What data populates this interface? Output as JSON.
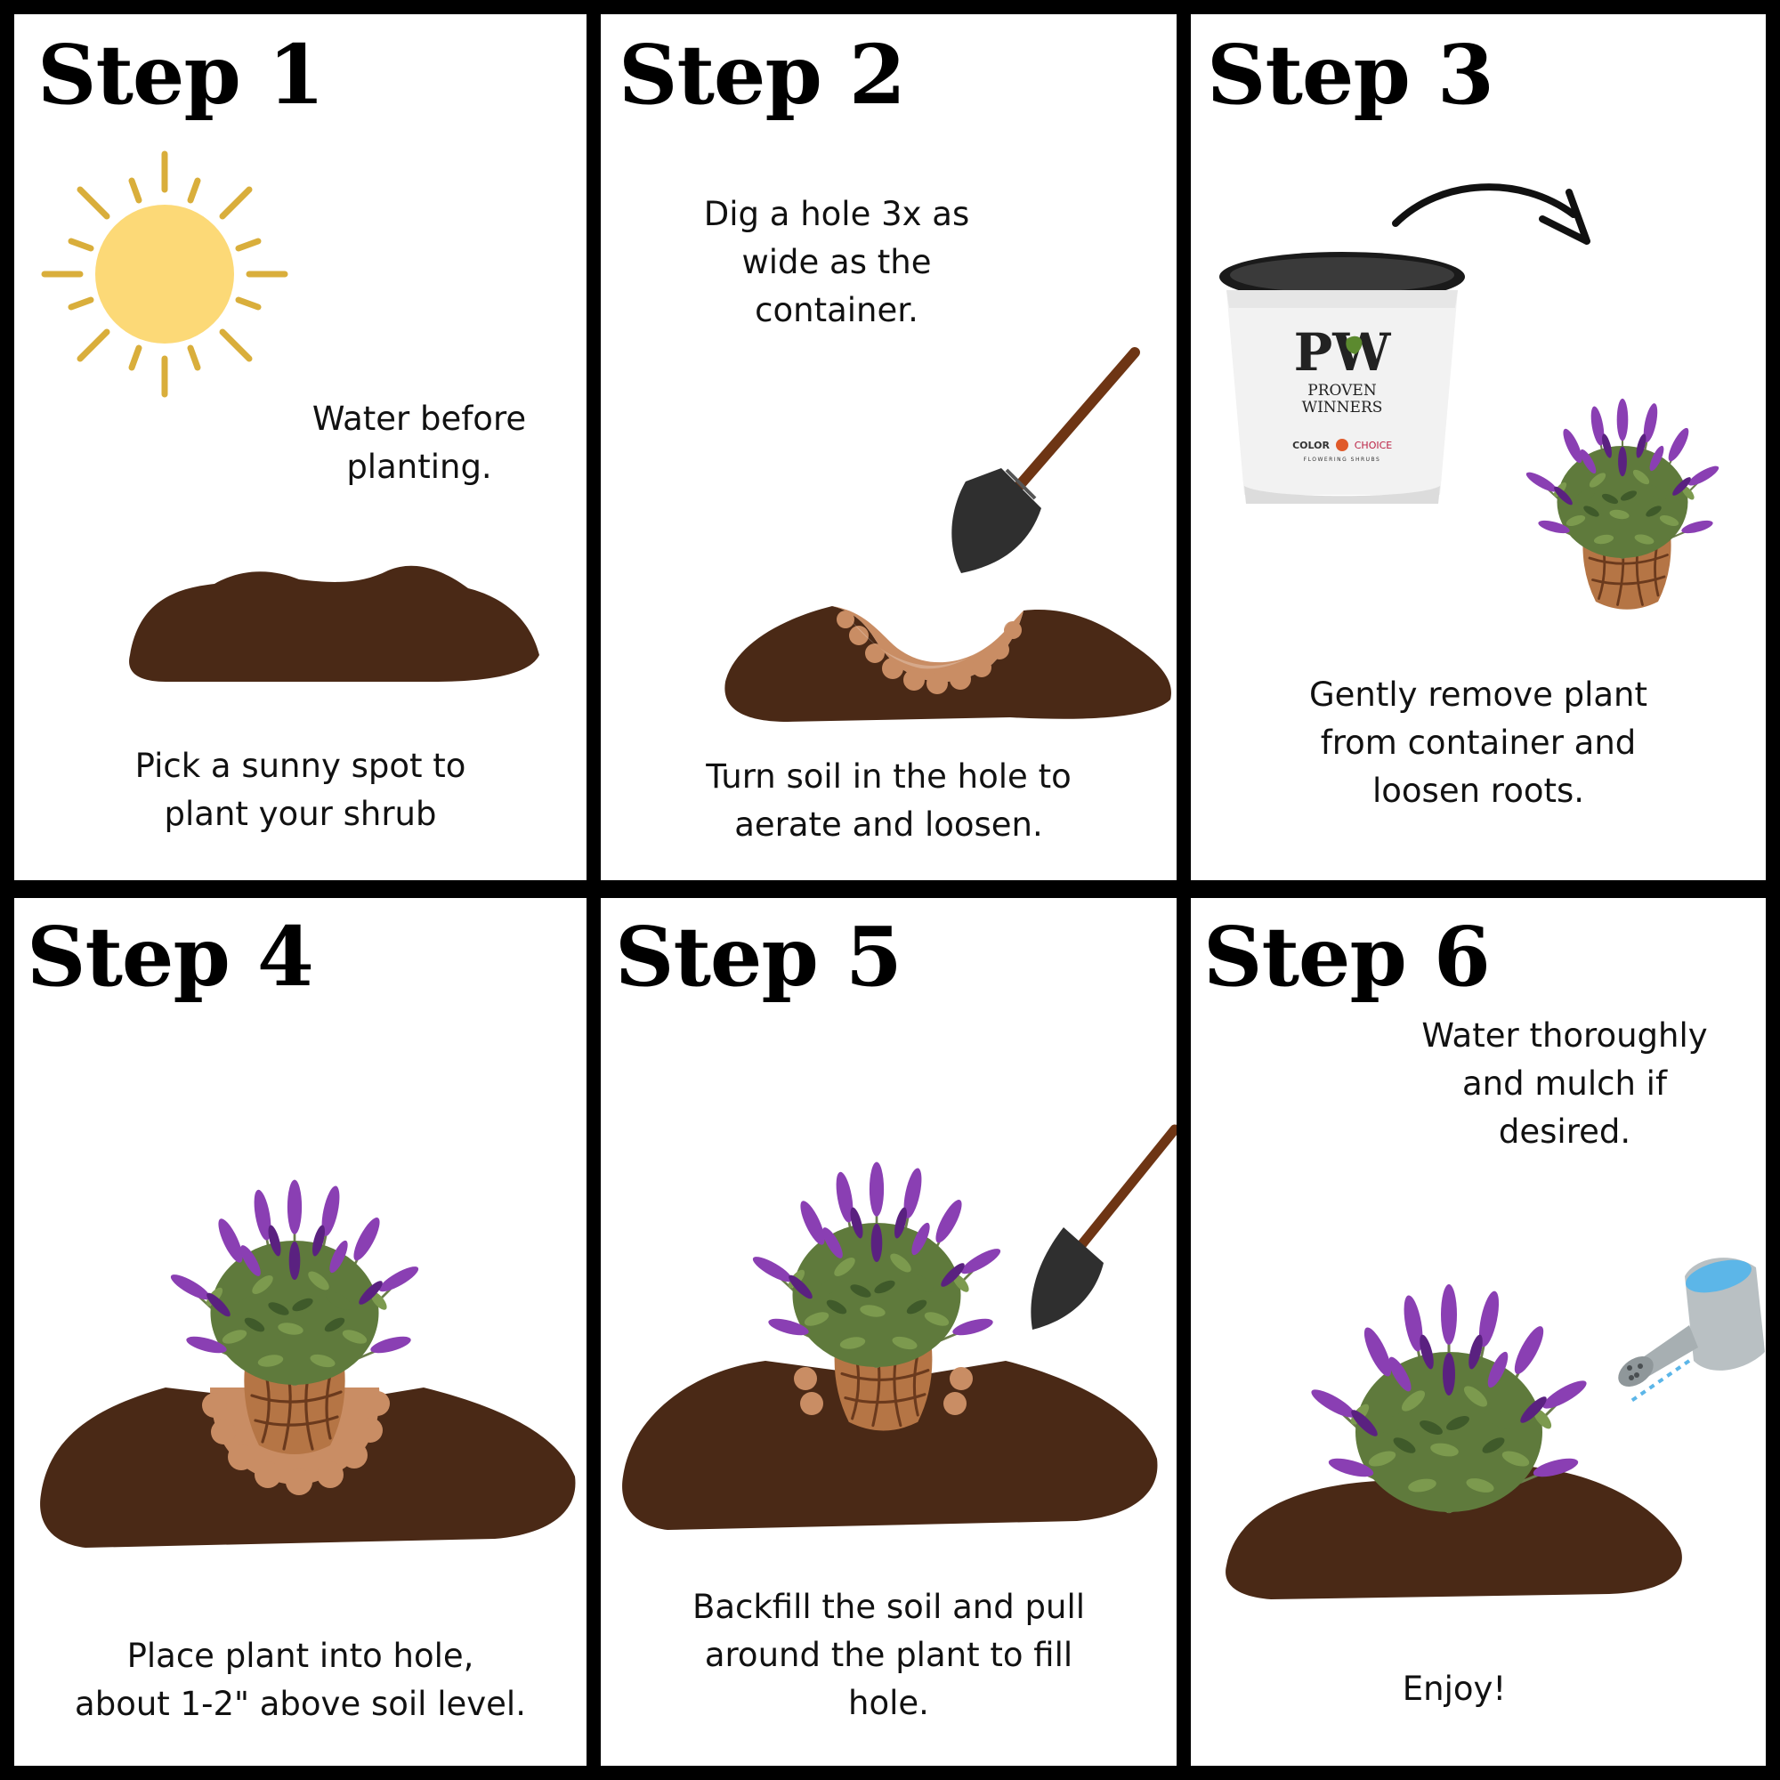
{
  "colors": {
    "border": "#000000",
    "soil": "#4a2916",
    "hole": "#c98d64",
    "sun": "#fcd977",
    "sun_rays": "#d9ae3b",
    "flower": "#8a3fb3",
    "leaf": "#5f7a3c",
    "handle": "#6e3514",
    "shovel_blade": "#2f2f2f",
    "water": "#5cb6e8",
    "can": "#b9c0c3"
  },
  "icons": [
    "sun-icon",
    "soil-mound-icon",
    "shovel-icon",
    "pot-icon",
    "curved-arrow-icon",
    "shrub-icon",
    "watering-can-icon"
  ],
  "steps": [
    {
      "title": "Step 1",
      "caption_top": [
        "Water before",
        "planting."
      ],
      "caption": [
        "Pick a sunny spot to",
        "plant your shrub"
      ]
    },
    {
      "title": "Step 2",
      "caption_top": [
        "Dig a hole 3x as",
        "wide as the",
        "container."
      ],
      "caption": [
        "Turn soil in the hole to",
        "aerate and loosen."
      ]
    },
    {
      "title": "Step 3",
      "caption": [
        "Gently remove plant",
        "from container and",
        "loosen roots."
      ]
    },
    {
      "title": "Step 4",
      "caption": [
        "Place plant into hole,",
        "about 1-2\" above soil level."
      ]
    },
    {
      "title": "Step 5",
      "caption": [
        "Backfill the soil and pull",
        "around the plant to fill",
        "hole."
      ]
    },
    {
      "title": "Step 6",
      "caption_top": [
        "Water thoroughly",
        "and mulch if",
        "desired."
      ],
      "caption": [
        "Enjoy!"
      ]
    }
  ],
  "pot": {
    "logo": "PW",
    "brand_line1": "PROVEN",
    "brand_line2": "WINNERS",
    "color": "COLOR",
    "choice": "CHOICE",
    "sub": "FLOWERING SHRUBS"
  }
}
